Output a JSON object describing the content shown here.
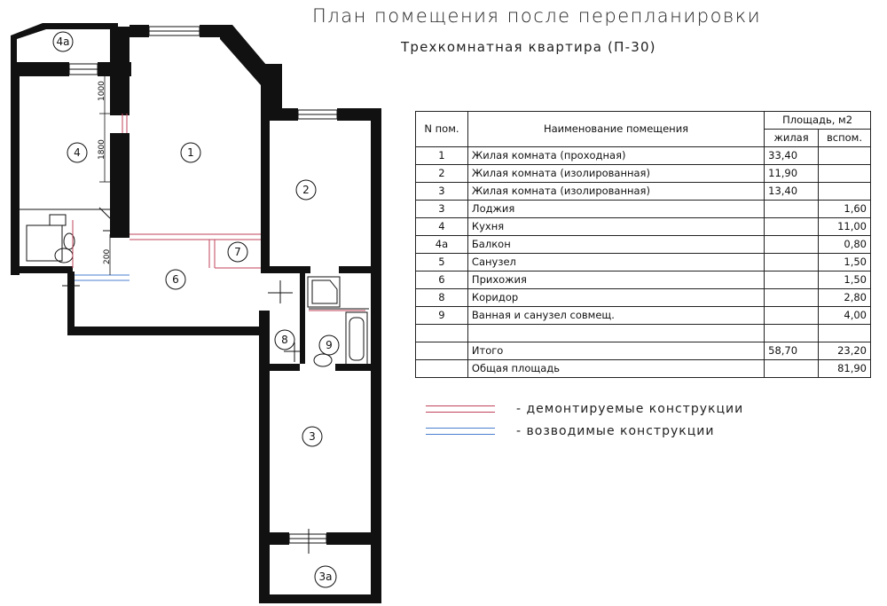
{
  "title": "План помещения после перепланировки",
  "subtitle": "Трехкомнатная квартира (П-30)",
  "plan": {
    "room_labels": [
      "4а",
      "4",
      "1",
      "2",
      "7",
      "6",
      "8",
      "9",
      "3",
      "3а"
    ],
    "dimensions": [
      "1000",
      "1800",
      "200"
    ]
  },
  "table": {
    "header": {
      "num": "N пом.",
      "name": "Наименование помещения",
      "area": "Площадь, м2",
      "living": "жилая",
      "aux": "вспом."
    },
    "rows": [
      {
        "num": "1",
        "name": "Жилая комната (проходная)",
        "living": "33,40",
        "aux": ""
      },
      {
        "num": "2",
        "name": "Жилая комната (изолированная)",
        "living": "11,90",
        "aux": ""
      },
      {
        "num": "3",
        "name": "Жилая комната (изолированная)",
        "living": "13,40",
        "aux": ""
      },
      {
        "num": "3",
        "name": "Лоджия",
        "living": "",
        "aux": "1,60"
      },
      {
        "num": "4",
        "name": "Кухня",
        "living": "",
        "aux": "11,00"
      },
      {
        "num": "4а",
        "name": "Балкон",
        "living": "",
        "aux": "0,80"
      },
      {
        "num": "5",
        "name": "Санузел",
        "living": "",
        "aux": "1,50"
      },
      {
        "num": "6",
        "name": "Прихожия",
        "living": "",
        "aux": "1,50"
      },
      {
        "num": "8",
        "name": "Коридор",
        "living": "",
        "aux": "2,80"
      },
      {
        "num": "9",
        "name": "Ванная   и санузел совмещ.",
        "living": "",
        "aux": "4,00"
      },
      {
        "num": "",
        "name": "",
        "living": "",
        "aux": ""
      }
    ],
    "total": {
      "name": "Итого",
      "living": "58,70",
      "aux": "23,20"
    },
    "grand_total": {
      "name": "Общая площадь",
      "value": "81,90"
    }
  },
  "legend": {
    "demolished": "- демонтируемые конструкции",
    "demolished_color": "#c2435b",
    "erected": "- возводимые конструкции",
    "erected_color": "#4b7fd0"
  }
}
